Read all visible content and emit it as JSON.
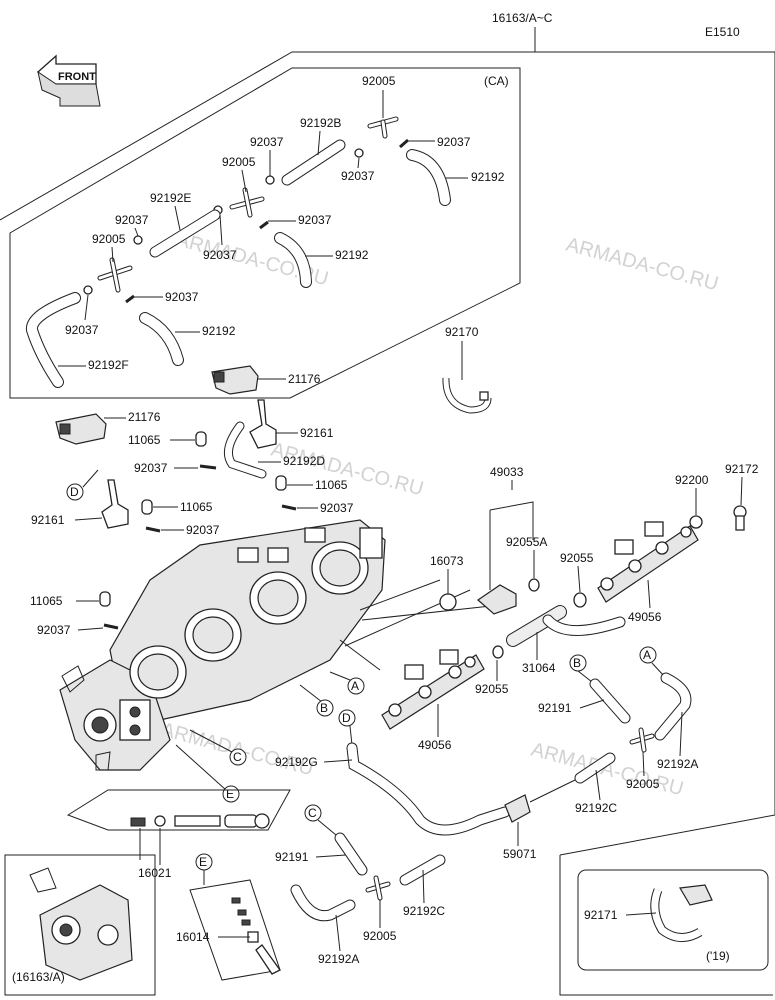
{
  "header": {
    "assembly_ref": "16163/A~C",
    "figure_code": "E1510",
    "front_label": "FRONT",
    "variant_ca": "(CA)"
  },
  "watermark": "ARMADA-CO.RU",
  "parts": {
    "p92005_top": "92005",
    "p92037_a": "92037",
    "p92192B": "92192B",
    "p92037_b": "92037",
    "p92005_b": "92005",
    "p92037_c": "92037",
    "p92192_a": "92192",
    "p92192E": "92192E",
    "p92037_d": "92037",
    "p92037_e": "92037",
    "p92005_c": "92005",
    "p92037_f": "92037",
    "p92192_b": "92192",
    "p92037_g": "92037",
    "p92037_h": "92037",
    "p92192_c": "92192",
    "p92192F": "92192F",
    "p92170": "92170",
    "p21176_a": "21176",
    "p21176_b": "21176",
    "p92161_a": "92161",
    "p11065_a": "11065",
    "p92192D": "92192D",
    "p92037_i": "92037",
    "p11065_b": "11065",
    "p11065_c": "11065",
    "p92037_j": "92037",
    "p92037_k": "92037",
    "p92161_b": "92161",
    "p11065_d": "11065",
    "p92037_l": "92037",
    "p49033": "49033",
    "p92055A": "92055A",
    "p16073": "16073",
    "p92055_a": "92055",
    "p92200": "92200",
    "p92172": "92172",
    "p49056_a": "49056",
    "p31064": "31064",
    "p92055_b": "92055",
    "p49056_b": "49056",
    "p92191_a": "92191",
    "p92192A_a": "92192A",
    "p92005_d": "92005",
    "p92192C_a": "92192C",
    "p92192G": "92192G",
    "p59071": "59071",
    "p16021": "16021",
    "p92191_b": "92191",
    "p92192C_b": "92192C",
    "p92005_e": "92005",
    "p16014": "16014",
    "p92192A_b": "92192A",
    "p92171": "92171"
  },
  "refs": {
    "A1": "A",
    "A2": "A",
    "B1": "B",
    "B2": "B",
    "C1": "C",
    "C2": "C",
    "D1": "D",
    "D2": "D",
    "E1": "E",
    "E2": "E"
  },
  "insets": {
    "left_caption": "(16163/A)",
    "right_caption": "('19)"
  }
}
